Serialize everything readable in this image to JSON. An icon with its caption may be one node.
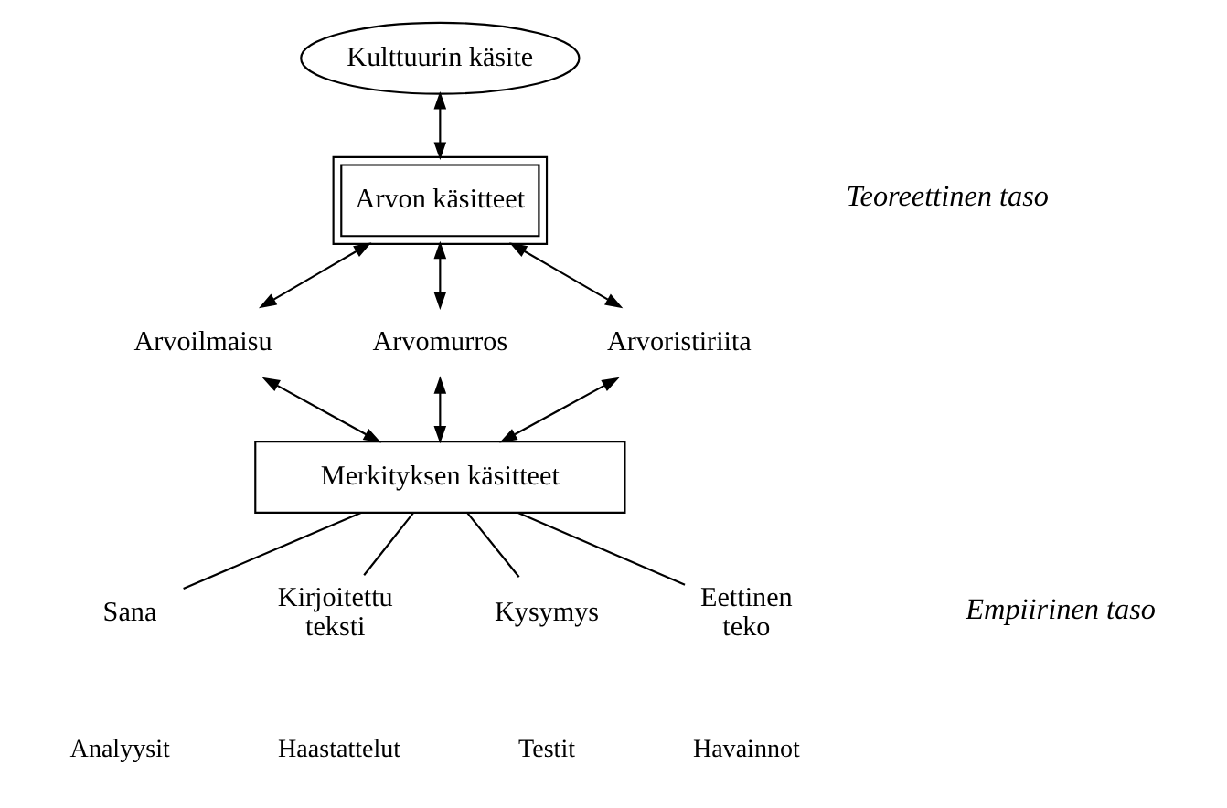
{
  "diagram": {
    "nodes": [
      {
        "text": [
          "Kulttuurin käsite"
        ]
      },
      {
        "text": [
          "Arvon käsitteet"
        ]
      },
      {
        "text": [
          "Arvoilmaisu"
        ]
      },
      {
        "text": [
          "Arvomurros"
        ]
      },
      {
        "text": [
          "Arvoristiriita"
        ]
      },
      {
        "text": [
          "Merkityksen käsitteet"
        ]
      },
      {
        "text": [
          "Sana"
        ]
      },
      {
        "text": [
          "Kirjoitettu teksti"
        ]
      },
      {
        "text": [
          "Kysymys"
        ]
      },
      {
        "text": [
          "Eettinen teko"
        ]
      }
    ],
    "edges": [
      {
        "from": 0,
        "to": 1,
        "arrow": "both"
      },
      {
        "from": 1,
        "to": 2,
        "arrow": "both"
      },
      {
        "from": 1,
        "to": 3,
        "arrow": "both"
      },
      {
        "from": 1,
        "to": 4,
        "arrow": "both"
      },
      {
        "from": 2,
        "to": 5,
        "arrow": "both"
      },
      {
        "from": 3,
        "to": 5,
        "arrow": "both"
      },
      {
        "from": 4,
        "to": 5,
        "arrow": "both"
      },
      {
        "from": 5,
        "to": 6,
        "arrow": "none"
      },
      {
        "from": 5,
        "to": 7,
        "arrow": "none"
      },
      {
        "from": 5,
        "to": 8,
        "arrow": "none"
      },
      {
        "from": 5,
        "to": 9,
        "arrow": "none"
      }
    ],
    "labels": [
      "Teoreettinen taso",
      "Empiirinen taso",
      "Analyysit",
      "Haastattelut",
      "Testit",
      "Havainnot"
    ]
  }
}
